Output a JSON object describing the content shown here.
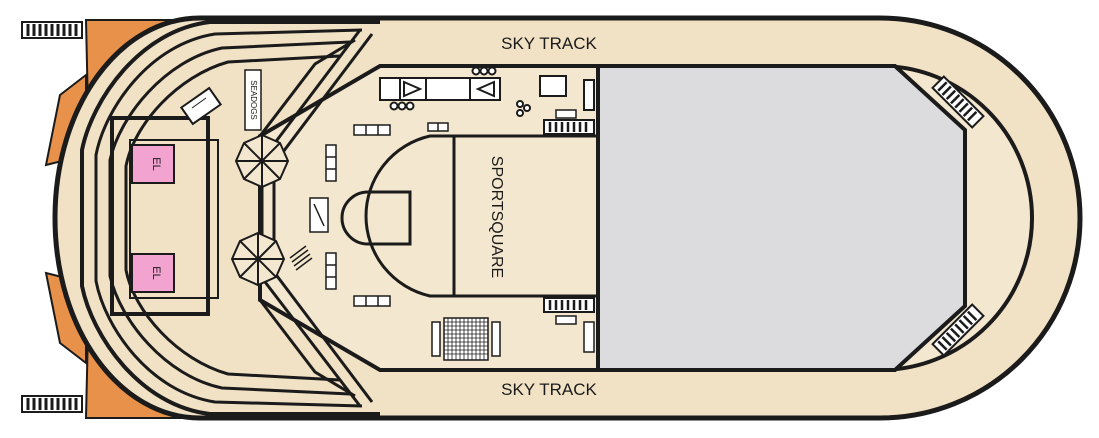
{
  "deck": {
    "labels": {
      "sky_track_top": "SKY TRACK",
      "sky_track_bottom": "SKY TRACK",
      "sportsquare": "SPORTSQUARE",
      "seadogs": "SEADOGS",
      "elevator_top": "EL",
      "elevator_bottom": "EL"
    },
    "colors": {
      "deck": "#f4e7cf",
      "track": "#f2e2c5",
      "pool_area": "#dcdcdf",
      "wood": "#e8914a",
      "elevator": "#f2a3cf",
      "outline": "#1b1b1b",
      "background": "#ffffff"
    },
    "icons": [
      "stair-icon",
      "umbrella-icon",
      "lounger-icon",
      "table-icon",
      "vending-icon"
    ]
  }
}
